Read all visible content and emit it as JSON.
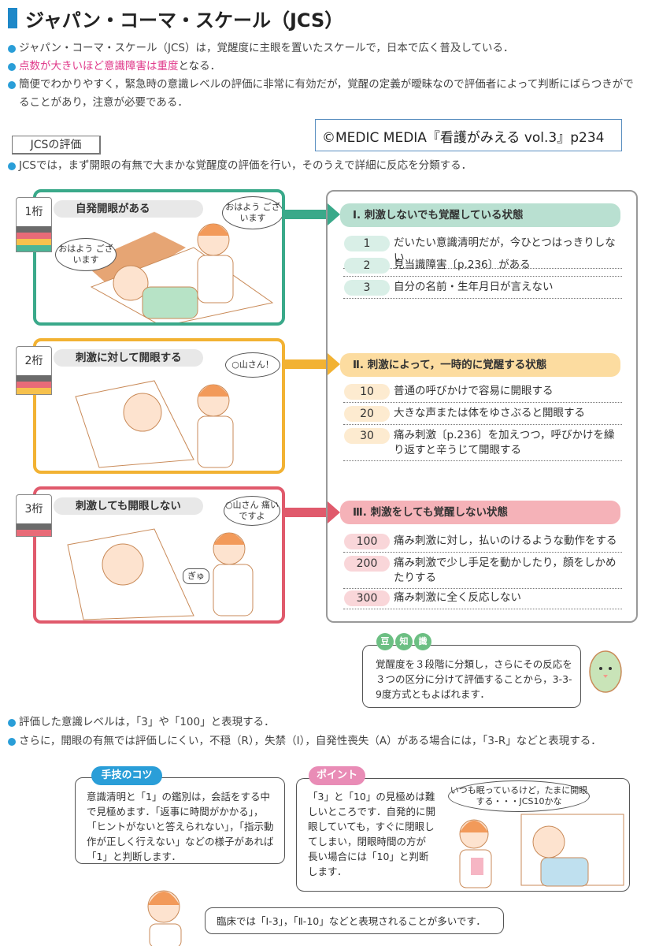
{
  "title": "ジャパン・コーマ・スケール（JCS）",
  "intro": [
    {
      "text": "ジャパン・コーマ・スケール（JCS）は，覚醒度に主眼を置いたスケールで，日本で広く普及している．"
    },
    {
      "highlight": "点数が大きいほど意識障害は重度",
      "text": "となる．"
    },
    {
      "text": "簡便でわかりやすく，緊急時の意識レベルの評価に非常に有効だが，覚醒の定義が曖昧なので評価者によって判断にばらつきがでることがあり，注意が必要である．"
    }
  ],
  "copyright": "©MEDIC MEDIA『看護がみえる vol.3』p234",
  "section_label": "JCSの評価",
  "section_bullet": "JCSでは，まず開眼の有無で大まかな覚醒度の評価を行い，そのうえで詳細に反応を分類する．",
  "levels": [
    {
      "tab": "1桁",
      "caption": "自発開眼がある",
      "speech": [
        "おはよう ございます",
        "おはよう ございます"
      ],
      "color": "#3aa98a",
      "light": "#b9e0d1",
      "pill": "#d9efe7",
      "header": "Ⅰ. 刺激しないでも覚醒している状態",
      "rows": [
        {
          "score": "1",
          "text": "だいたい意識清明だが，今ひとつはっきりしない"
        },
        {
          "score": "2",
          "text": "見当識障害〔p.236〕がある"
        },
        {
          "score": "3",
          "text": "自分の名前・生年月日が言えない"
        }
      ]
    },
    {
      "tab": "2桁",
      "caption": "刺激に対して開眼する",
      "speech": [
        "○山さん！"
      ],
      "color": "#f2b233",
      "light": "#fcdca0",
      "pill": "#fdebd0",
      "header": "Ⅱ. 刺激によって，一時的に覚醒する状態",
      "rows": [
        {
          "score": "10",
          "text": "普通の呼びかけで容易に開眼する"
        },
        {
          "score": "20",
          "text": "大きな声または体をゆさぶると開眼する"
        },
        {
          "score": "30",
          "text": "痛み刺激〔p.236〕を加えつつ，呼びかけを繰り返すと辛うじて開眼する"
        }
      ]
    },
    {
      "tab": "3桁",
      "caption": "刺激しても開眼しない",
      "speech": [
        "○山さん 痛いですよ",
        "ぎゅ"
      ],
      "color": "#e05a6c",
      "light": "#f5b2b8",
      "pill": "#f9d6d9",
      "header": "Ⅲ. 刺激をしても覚醒しない状態",
      "rows": [
        {
          "score": "100",
          "text": "痛み刺激に対し，払いのけるような動作をする"
        },
        {
          "score": "200",
          "text": "痛み刺激で少し手足を動かしたり，顔をしかめたりする"
        },
        {
          "score": "300",
          "text": "痛み刺激に全く反応しない"
        }
      ]
    }
  ],
  "trivia": {
    "badge": [
      "豆",
      "知",
      "識"
    ],
    "text": "覚醒度を３段階に分類し，さらにその反応を３つの区分に分けて評価することから，3-3-9度方式ともよばれます．"
  },
  "bullets2": [
    "評価した意識レベルは，「3」や「100」と表現する．",
    "さらに，開眼の有無では評価しにくい，不穏（R），失禁（I），自発性喪失（A）がある場合には，「3-R」などと表現する．"
  ],
  "tip": {
    "badge": "手技のコツ",
    "text": "意識清明と「1」の鑑別は，会話をする中で見極めます．「返事に時間がかかる」，「ヒントがないと答えられない」，「指示動作が正しく行えない」などの様子があれば「1」と判断します．"
  },
  "point": {
    "badge": "ポイント",
    "text": "「3」と「10」の見極めは難しいところです．自発的に開眼していても，すぐに閉眼してしまい，閉眼時間の方が長い場合には「10」と判断します．",
    "thought": "いつも眠っているけど，たまに開眼する・・・JCS10かな"
  },
  "footer_speech": "臨床では「Ⅰ-3」，「Ⅱ-10」などと表現されることが多いです．"
}
